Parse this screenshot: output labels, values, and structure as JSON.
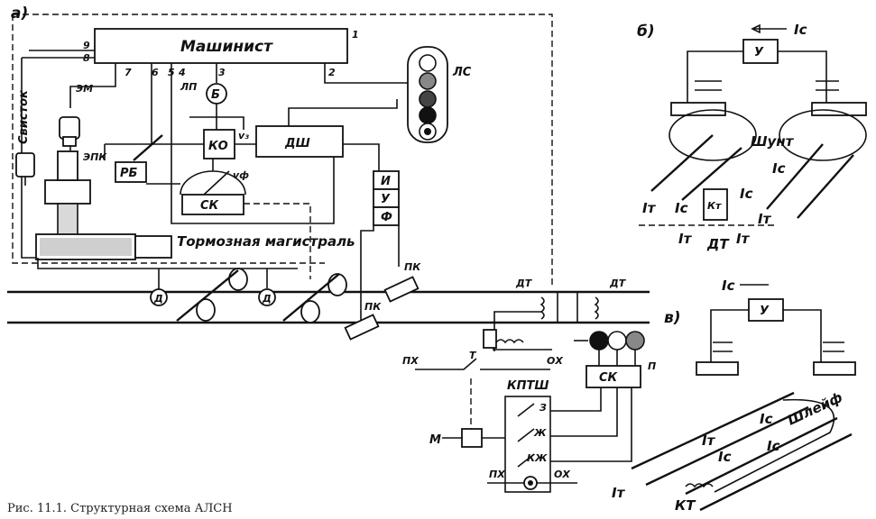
{
  "panels": {
    "a": "а)",
    "b": "б)",
    "v": "в)"
  },
  "main": {
    "driver": "Машинист",
    "brake_main": "Тормозная магистраль",
    "whistle": "Свисток",
    "em": "ЭМ",
    "epk": "ЭПК",
    "rb": "РБ",
    "ko": "КО",
    "dsh": "ДШ",
    "sk": "СК",
    "b_lamp": "Б",
    "lp": "ЛП",
    "ls": "ЛС",
    "v3": "v₃",
    "vf": "vф",
    "iuf_i": "И",
    "iuf_u": "У",
    "iuf_f": "Ф",
    "pk1": "ПК",
    "pk2": "ПК",
    "d1": "Д",
    "d2": "Д",
    "num1": "1",
    "num2": "2",
    "num3": "3",
    "num4": "4",
    "num5": "5",
    "num6": "6",
    "num7": "7",
    "num8": "8",
    "num9": "9"
  },
  "track": {
    "dt1": "ДТ",
    "dt2": "ДТ",
    "px1": "ПХ",
    "ox1": "ОХ",
    "t": "Т",
    "kptsh": "КПТШ",
    "z": "З",
    "zh": "Ж",
    "kzh": "КЖ",
    "m": "М",
    "sk_track": "СК",
    "p": "П",
    "px2": "ПХ",
    "ox2": "ОХ"
  },
  "panel_b": {
    "ic_top": "Iс",
    "u": "У",
    "shunt": "Шунт",
    "ic1": "Iс",
    "ic2": "Iс",
    "ic3": "Iс",
    "kt": "Кт",
    "it1": "Iт",
    "it2": "Iт",
    "it3": "Iт",
    "it4": "Iт",
    "dt": "ДТ"
  },
  "panel_v": {
    "ic_top": "Iс",
    "u": "У",
    "loop": "Шлейф",
    "ic1": "Iс",
    "ic2": "Iс",
    "ic3": "Iс",
    "it1": "Iт",
    "it2": "Iт",
    "kt": "КТ"
  },
  "caption": "Рис. 11.1. Структурная схема АЛСН",
  "colors": {
    "ink": "#111111",
    "paper": "#ffffff"
  }
}
